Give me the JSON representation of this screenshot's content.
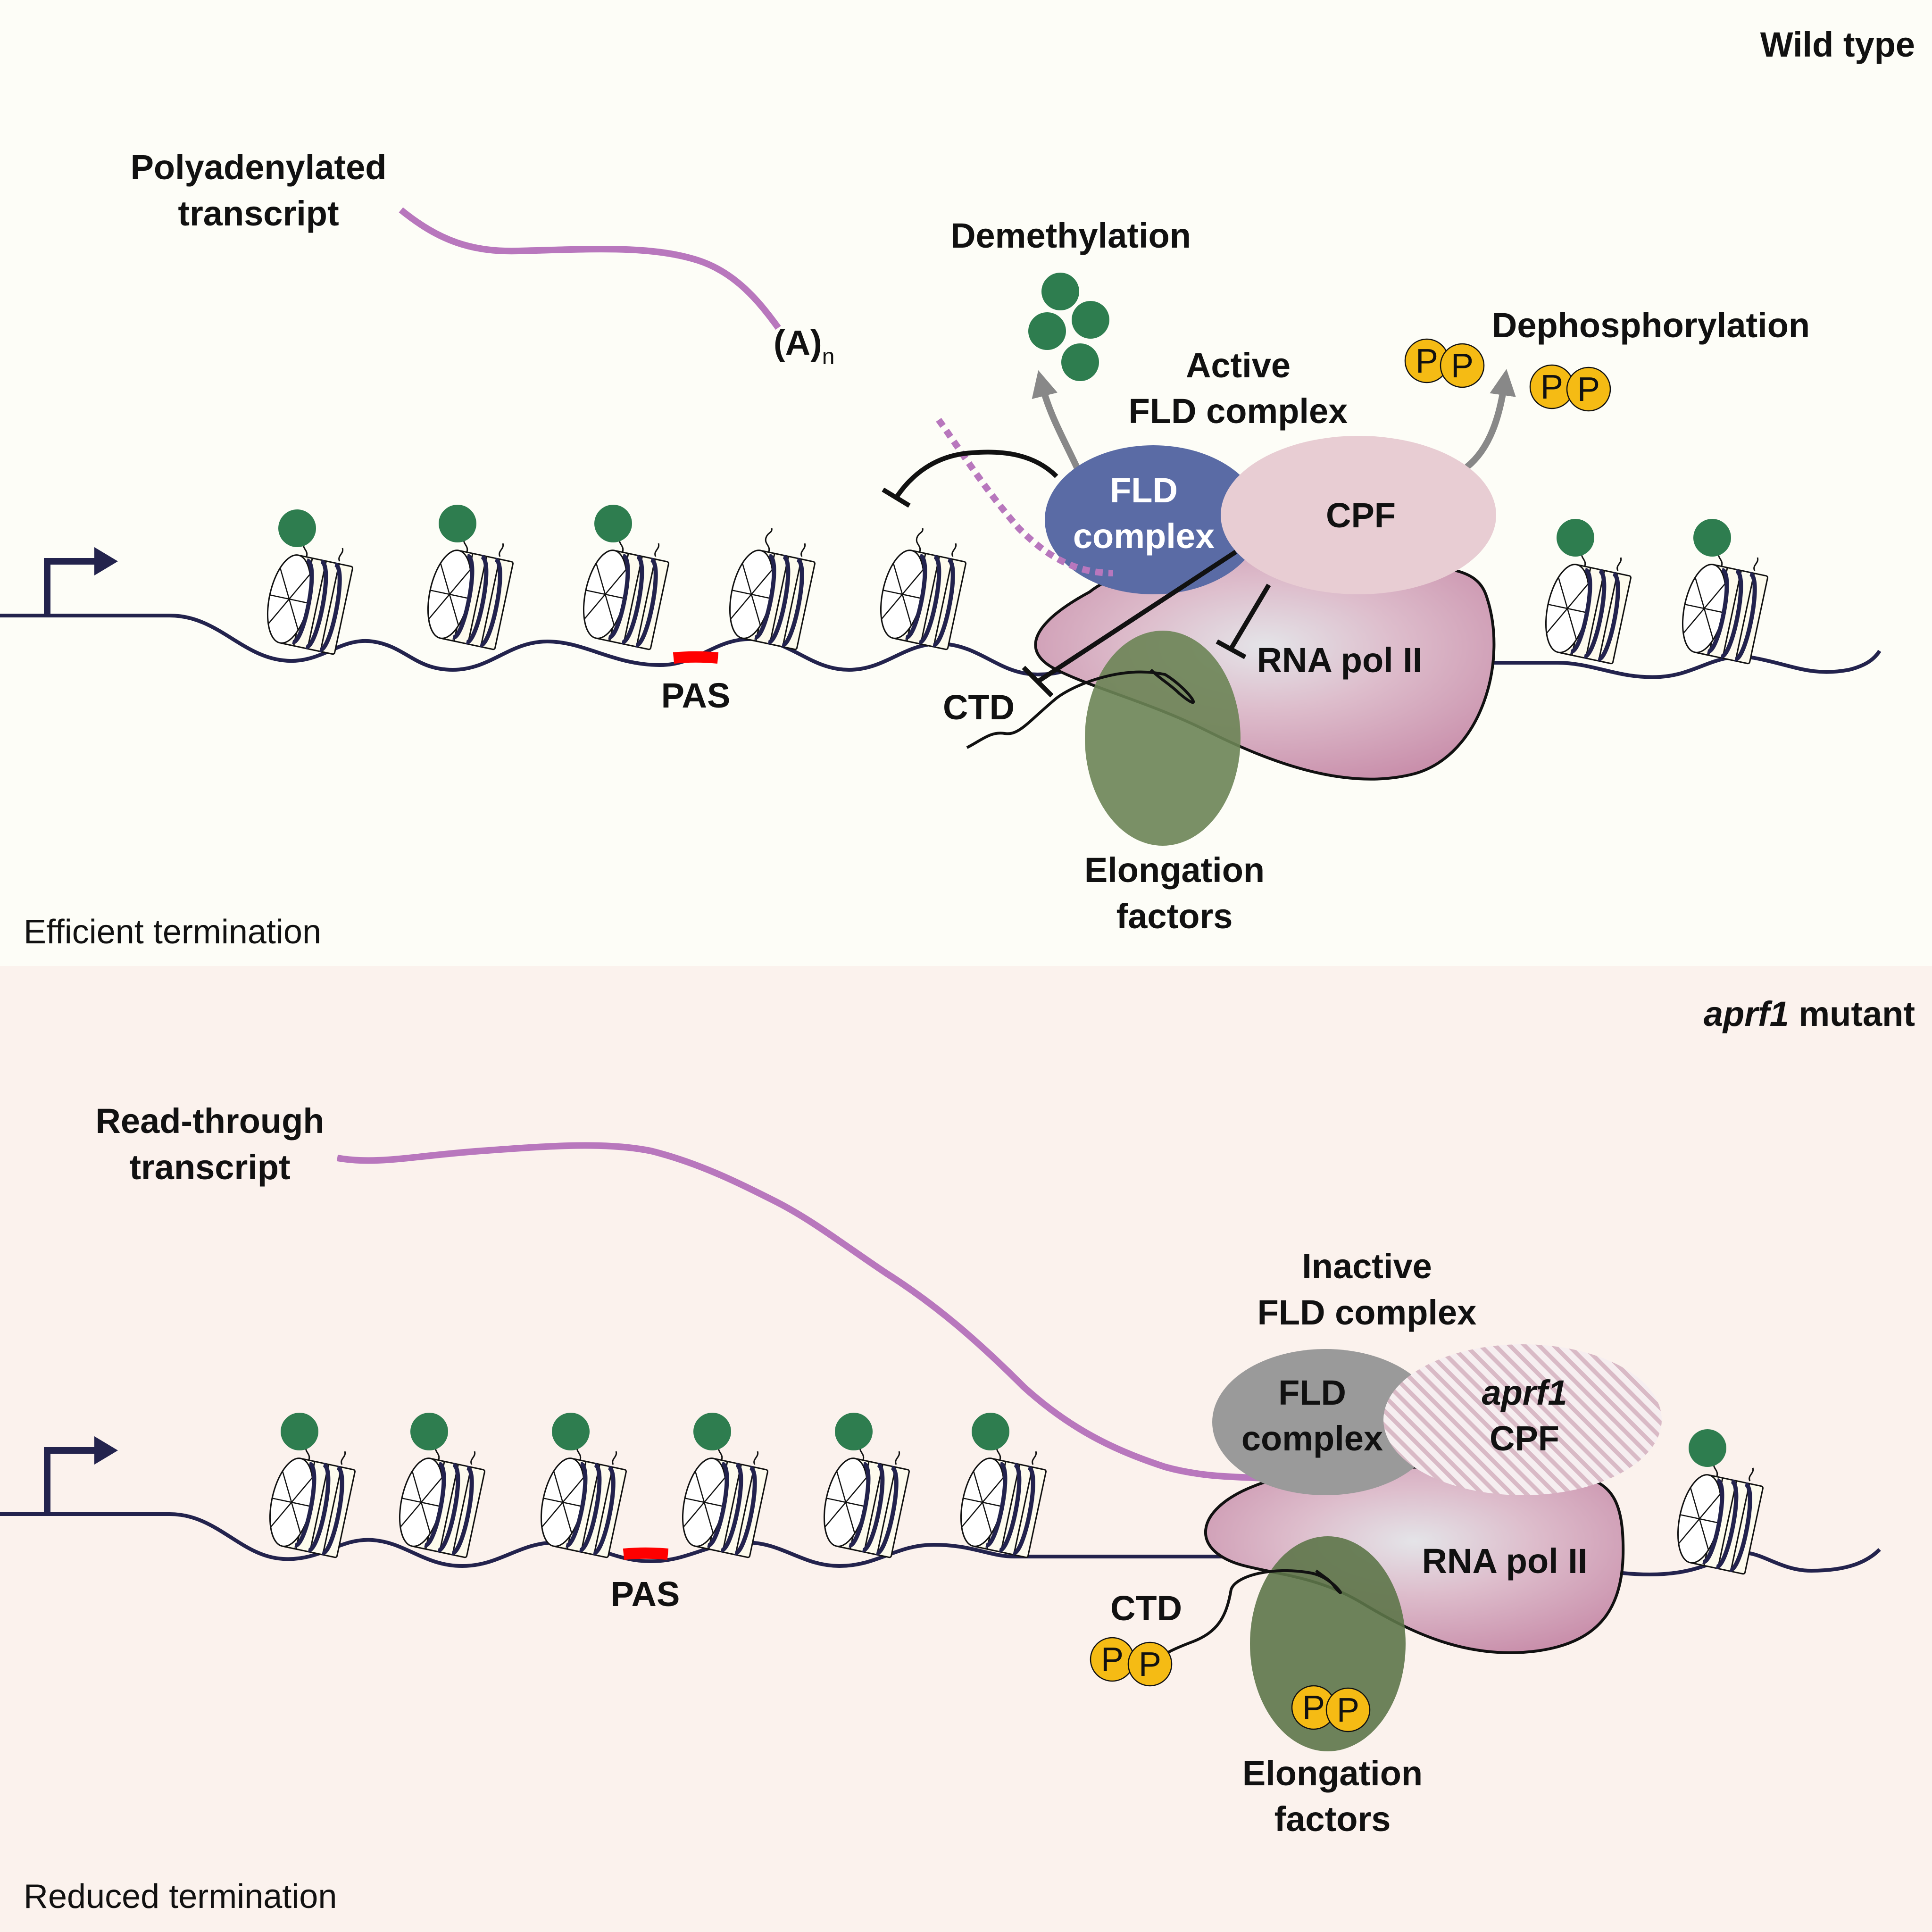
{
  "panels": {
    "wild_type": {
      "title": "Wild type",
      "caption": "Efficient termination",
      "transcript_label_1": "Polyadenylated",
      "transcript_label_2": "transcript",
      "polya_main": "(A)",
      "polya_sub": "n",
      "demethylation": "Demethylation",
      "dephosphorylation": "Dephosphorylation",
      "complex_title_1": "Active",
      "complex_title_2": "FLD complex",
      "fld_1": "FLD",
      "fld_2": "complex",
      "cpf": "CPF",
      "rnapol": "RNA pol II",
      "ctd": "CTD",
      "pas": "PAS",
      "elong_1": "Elongation",
      "elong_2": "factors",
      "phospho": "P"
    },
    "mutant": {
      "title_italic": "aprf1",
      "title_rest": " mutant",
      "caption": "Reduced termination",
      "transcript_label_1": "Read-through",
      "transcript_label_2": "transcript",
      "complex_title_1": "Inactive",
      "complex_title_2": "FLD complex",
      "fld_1": "FLD",
      "fld_2": "complex",
      "cpf_1": "aprf1",
      "cpf_2": "CPF",
      "rnapol": "RNA pol II",
      "ctd": "CTD",
      "pas": "PAS",
      "elong_1": "Elongation",
      "elong_2": "factors",
      "phospho": "P"
    }
  },
  "colors": {
    "wt_background": "#fdfdf7",
    "mutant_background": "#fbf2ed",
    "dna": "#23234d",
    "transcript": "#b877bd",
    "methyl_mark": "#2e7d4f",
    "pas": "#ff0000",
    "fld_active": "#5a6ba5",
    "fld_inactive": "#9a9a9a",
    "cpf": "#e8cdd3",
    "rna_pol": "#c98fab",
    "elongation": "#6b8455",
    "phosphate": "#f5bb14"
  }
}
